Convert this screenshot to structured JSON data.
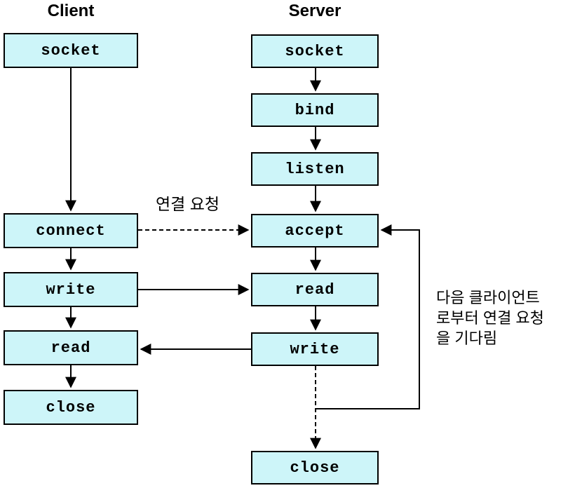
{
  "diagram": {
    "columns": {
      "client": {
        "title": "Client",
        "steps": [
          "socket",
          "connect",
          "write",
          "read",
          "close"
        ]
      },
      "server": {
        "title": "Server",
        "steps": [
          "socket",
          "bind",
          "listen",
          "accept",
          "read",
          "write",
          "close"
        ]
      }
    },
    "annotations": {
      "connection_request": "연결 요청",
      "wait_note_lines": [
        "다음 클라이언트",
        "로부터 연결 요청",
        "을 기다림"
      ]
    },
    "colors": {
      "box_fill": "#cdf5f9",
      "box_border": "#000000",
      "arrow": "#000000",
      "background": "#ffffff",
      "text": "#000000"
    }
  }
}
